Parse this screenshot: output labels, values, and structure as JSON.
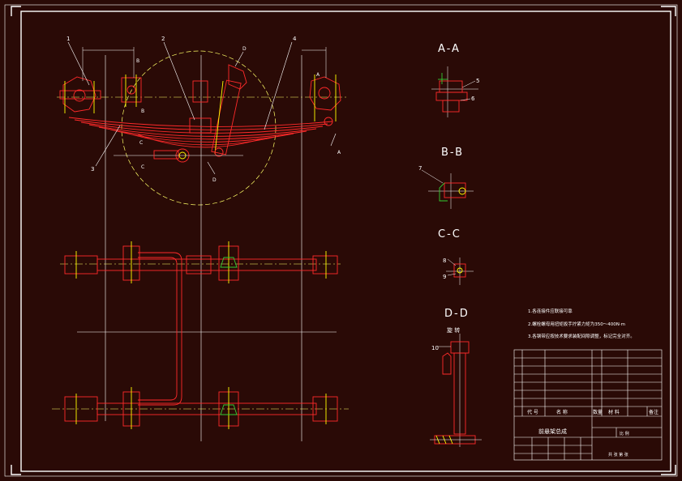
{
  "colors": {
    "background": "#2a0a06",
    "frame": "#ffffff",
    "part": "#ff2a2a",
    "centerline": "#ffff66",
    "fastener": "#ffff00",
    "accent_green": "#33cc33",
    "circle": "#ffff66"
  },
  "callouts": {
    "c1": "1",
    "c2": "2",
    "c3": "3",
    "c4": "4",
    "c5": "5",
    "c6": "6",
    "c7": "7",
    "c8": "8",
    "c9": "9",
    "c10": "10"
  },
  "section_marks": {
    "A": "A",
    "B": "B",
    "C": "C",
    "D": "D"
  },
  "sections": {
    "aa": "A-A",
    "bb": "B-B",
    "cc": "C-C",
    "dd": "D-D",
    "dd_sub": "旋 转"
  },
  "notes": [
    "1.各连接件应联接可靠",
    "2.螺栓螺母用扭矩扳手拧紧力矩为350～400N·m",
    "3.各钢带应按技术要求装配间隙调整，标记完全对齐。"
  ],
  "title_block": {
    "drawing_title": "前悬架总成",
    "header_code": "代 号",
    "header_name": "名 称",
    "header_qty": "数量",
    "header_material": "材 料",
    "header_remark": "备注",
    "scale_label": "比 例",
    "sheet_label": "共 张 第 张"
  }
}
